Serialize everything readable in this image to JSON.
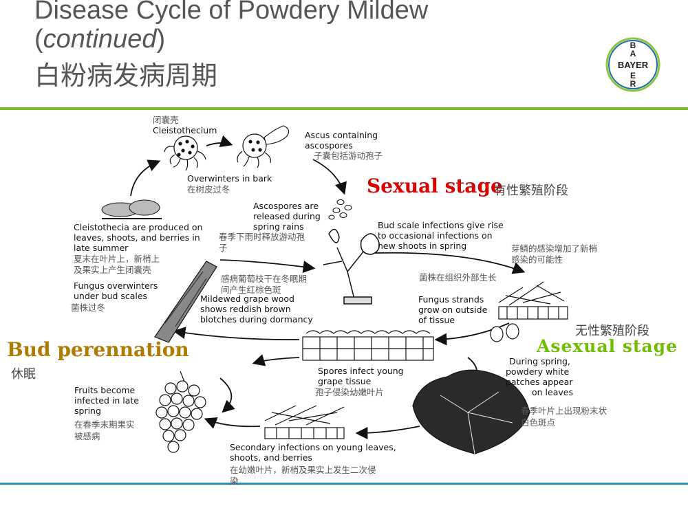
{
  "header": {
    "title_line1": "Disease Cycle of Powdery Mildew",
    "title_line2_open": "(",
    "title_line2_italic": "continued",
    "title_line2_close": ")",
    "title_cn": "白粉病发病周期"
  },
  "logo": {
    "vertical_letters": [
      "B",
      "A",
      "Y",
      "E",
      "R"
    ],
    "horizontal": "BAYER"
  },
  "stages": {
    "sexual_en": "Sexual stage",
    "sexual_cn": "有性繁殖阶段",
    "asexual_cn": "无性繁殖阶段",
    "asexual_en": "Asexual stage",
    "bud_en": "Bud perennation",
    "bud_cn": "休眠"
  },
  "labels": {
    "cleistothecium_cn": "闭囊壳",
    "cleistothecium_en": "Cleistothecium",
    "ascus_en_1": "Ascus containing",
    "ascus_en_2": "ascospores",
    "ascus_cn": "子囊包括游动孢子",
    "overwinter_en": "Overwinters in bark",
    "overwinter_cn": "在树皮过冬",
    "ascospores_en_1": "Ascospores are",
    "ascospores_en_2": "released during",
    "ascospores_en_3": "spring rains",
    "ascospores_cn_1": "春季下雨时释放游动孢",
    "ascospores_cn_2": "子",
    "budscale_en_1": "Bud scale infections give rise",
    "budscale_en_2": "to occasional infections on",
    "budscale_en_3": "new shoots in spring",
    "budscale_cn_1": "芽鳞的感染增加了新梢",
    "budscale_cn_2": "感染的可能性",
    "produced_en_1": "Cleistothecia are produced on",
    "produced_en_2": "leaves, shoots, and berries in",
    "produced_en_3": "late summer",
    "produced_cn_1": "夏末在叶片上，新梢上",
    "produced_cn_2": "及果实上产生闭囊壳",
    "fungus_overwinters_1": "Fungus overwinters",
    "fungus_overwinters_2": "under bud scales",
    "fungus_overwinters_cn": "菌株过冬",
    "wood_cn_1": "感病葡萄枝干在冬眠期",
    "wood_cn_2": "间产生红棕色斑",
    "wood_en_1": "Mildewed grape wood",
    "wood_en_2": "shows reddish brown",
    "wood_en_3": "blotches during dormancy",
    "strands_cn": "菌株在组织外部生长",
    "strands_en_1": "Fungus strands",
    "strands_en_2": "grow on outside",
    "strands_en_3": "of tissue",
    "spores_en_1": "Spores infect young",
    "spores_en_2": "grape tissue",
    "spores_cn": "孢子侵染幼嫩叶片",
    "spring_en_1": "During spring,",
    "spring_en_2": "powdery white",
    "spring_en_3": "patches appear",
    "spring_en_4": "on leaves",
    "spring_cn_1": "春季叶片上出现粉末状",
    "spring_cn_2": "白色斑点",
    "fruits_en_1": "Fruits become",
    "fruits_en_2": "infected in late",
    "fruits_en_3": "spring",
    "fruits_cn_1": "在春季末期果实",
    "fruits_cn_2": "被感病",
    "secondary_en_1": "Secondary infections on young leaves,",
    "secondary_en_2": "shoots, and berries",
    "secondary_cn_1": "在幼嫩叶片，新梢及果实上发生二次侵",
    "secondary_cn_2": "染"
  },
  "colors": {
    "title": "#555555",
    "sexual": "#d90000",
    "asexual": "#6fbf00",
    "bud": "#b07a00",
    "top_rule": "#7dbb2f",
    "bottom_rule": "#2a8fc4"
  }
}
